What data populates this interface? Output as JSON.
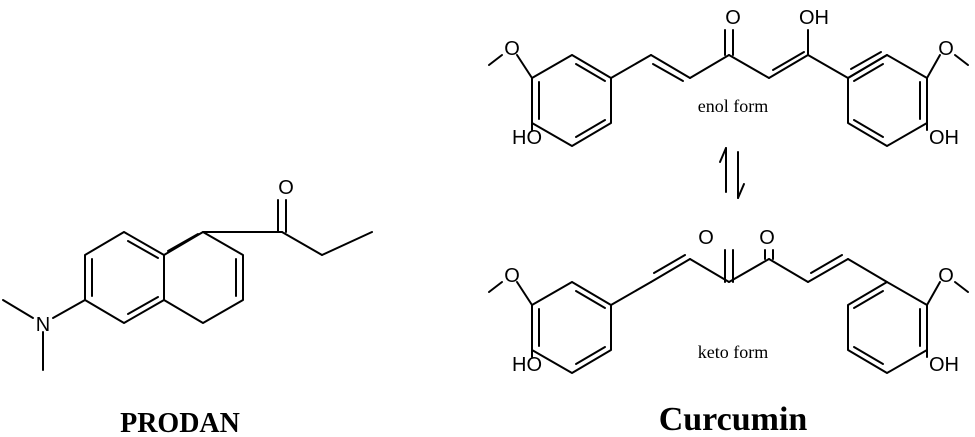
{
  "prodan": {
    "name": "PRODAN",
    "atoms": {
      "n": "N",
      "o": "O"
    }
  },
  "curcumin": {
    "name": "Curcumin",
    "enol_caption": "enol form",
    "keto_caption": "keto form",
    "atoms": {
      "o": "O",
      "oh": "OH",
      "ho": "HO"
    }
  },
  "colors": {
    "ink": "#000000",
    "background": "#ffffff"
  }
}
